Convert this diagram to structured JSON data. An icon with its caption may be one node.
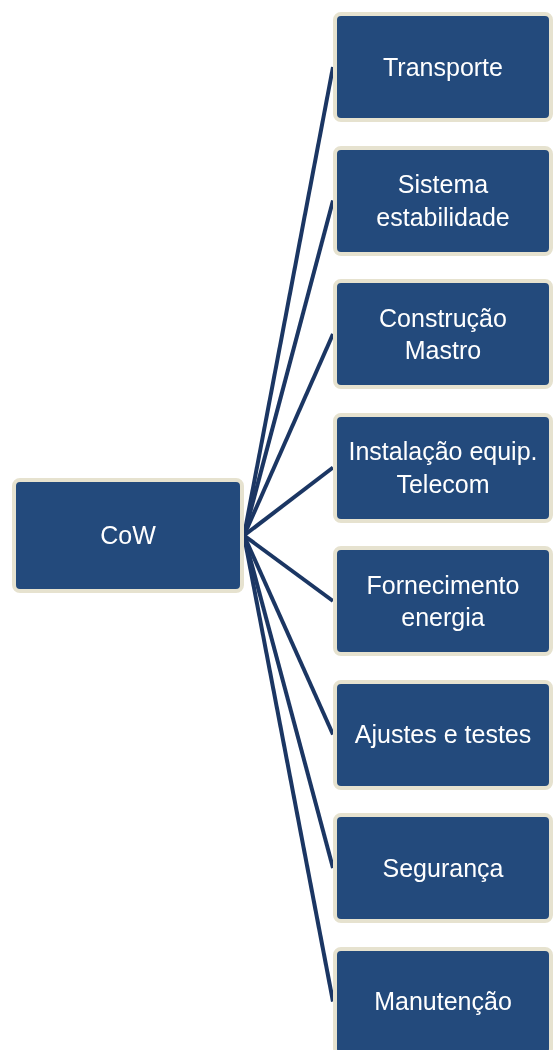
{
  "diagram": {
    "nodes": [
      {
        "text": [
          "CoW"
        ]
      },
      {
        "text": [
          "Transporte"
        ]
      },
      {
        "text": [
          "Sistema estabilidade"
        ]
      },
      {
        "text": [
          "Construção Mastro"
        ]
      },
      {
        "text": [
          "Instalação equip. Telecom"
        ]
      },
      {
        "text": [
          "Fornecimento energia"
        ]
      },
      {
        "text": [
          "Ajustes e testes"
        ]
      },
      {
        "text": [
          "Segurança"
        ]
      },
      {
        "text": [
          "Manutenção"
        ]
      }
    ],
    "edges": [
      {
        "from": 0,
        "to": 1,
        "arrow": "none"
      },
      {
        "from": 0,
        "to": 2,
        "arrow": "none"
      },
      {
        "from": 0,
        "to": 3,
        "arrow": "none"
      },
      {
        "from": 0,
        "to": 4,
        "arrow": "none"
      },
      {
        "from": 0,
        "to": 5,
        "arrow": "none"
      },
      {
        "from": 0,
        "to": 6,
        "arrow": "none"
      },
      {
        "from": 0,
        "to": 7,
        "arrow": "none"
      },
      {
        "from": 0,
        "to": 8,
        "arrow": "none"
      }
    ]
  }
}
